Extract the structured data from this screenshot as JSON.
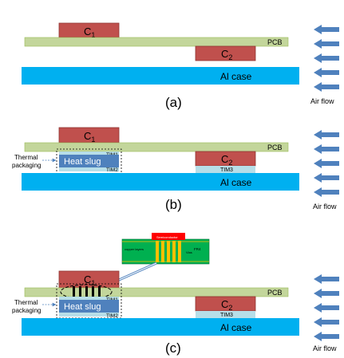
{
  "colors": {
    "component": "#c0504d",
    "component_border": "#8e3533",
    "pcb": "#c3d69b",
    "pcb_border": "#9bbb59",
    "al_case": "#00b0f0",
    "heat_slug": "#4f81bd",
    "tim": "#b7dee8",
    "arrow": "#4f81bd",
    "inset_board": "#00b050",
    "inset_copper": "#ffc000",
    "inset_chip": "#ff0000"
  },
  "panels": [
    {
      "caption": "(a)",
      "c1": {
        "main": "C",
        "sub": "1"
      },
      "c2": {
        "main": "C",
        "sub": "2"
      },
      "pcb_label": "PCB",
      "case_label": "Al case",
      "airflow_label": "Air flow"
    },
    {
      "caption": "(b)",
      "c1": {
        "main": "C",
        "sub": "1"
      },
      "c2": {
        "main": "C",
        "sub": "2"
      },
      "pcb_label": "PCB",
      "case_label": "Al case",
      "heat_slug_label": "Heat slug",
      "tim1_label": "TIM1",
      "tim2_label": "TIM2",
      "tim3_label": "TIM3",
      "thermal_packaging_label": [
        "Thermal",
        "packaging"
      ],
      "airflow_label": "Air flow"
    },
    {
      "caption": "(c)",
      "c1": {
        "main": "C",
        "sub": "1"
      },
      "c2": {
        "main": "C",
        "sub": "2"
      },
      "pcb_label": "PCB",
      "case_label": "Al case",
      "heat_slug_label": "Heat slug",
      "tim1_label": "TIM1",
      "tim2_label": "TIM2",
      "tim3_label": "TIM3",
      "thermal_packaging_label": [
        "Thermal",
        "packaging"
      ],
      "airflow_label": "Air flow",
      "inset": {
        "chip_label": "Semiconductor",
        "copper_label": "copper layers",
        "vias_label": "Vias",
        "board_label": "FR4"
      }
    }
  ]
}
